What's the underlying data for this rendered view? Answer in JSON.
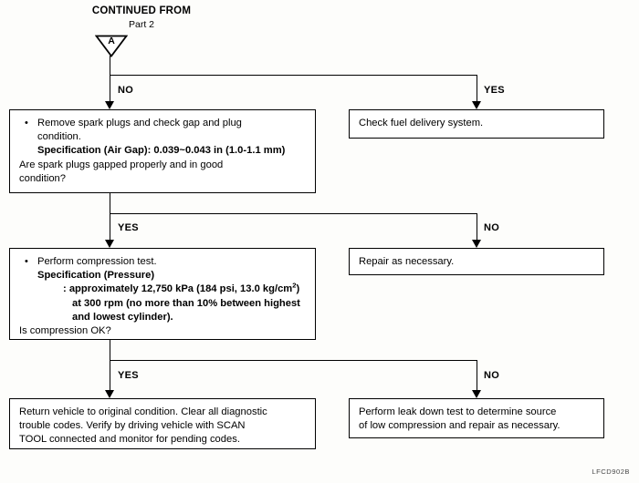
{
  "header": {
    "title": "CONTINUED FROM",
    "subtitle": "Part 2",
    "connector_label": "A"
  },
  "figure_code": "LFCD902B",
  "boxes": {
    "spark_plug_check": {
      "line1": "Remove spark plugs and check gap and plug",
      "line2": "condition.",
      "spec_label": "Specification (Air Gap): 0.039~0.043 in (1.0-1.1 mm)",
      "question1": "Are spark plugs gapped properly and in good",
      "question2": "condition?"
    },
    "fuel_delivery": {
      "text": "Check fuel delivery system."
    },
    "compression_test": {
      "line1": "Perform compression test.",
      "spec_label": "Specification (Pressure)",
      "spec_value_a": ": approximately 12,750 kPa (184 psi, 13.0 kg/cm",
      "spec_value_a_sup": "2",
      "spec_value_a_end": ")",
      "spec_value_b": "at 300 rpm (no more than 10% between highest",
      "spec_value_c": "and lowest cylinder).",
      "question": "Is compression OK?"
    },
    "repair": {
      "text": "Repair as necessary."
    },
    "return_vehicle": {
      "line1": "Return vehicle to original condition. Clear all diagnostic",
      "line2": "trouble codes. Verify by driving vehicle with SCAN",
      "line3": "TOOL connected and monitor for pending codes."
    },
    "leak_down": {
      "line1": "Perform leak down test to determine source",
      "line2": "of low compression and repair as necessary."
    }
  },
  "branches": {
    "b1_left": "NO",
    "b1_right": "YES",
    "b2_left": "YES",
    "b2_right": "NO",
    "b3_left": "YES",
    "b3_right": "NO"
  }
}
